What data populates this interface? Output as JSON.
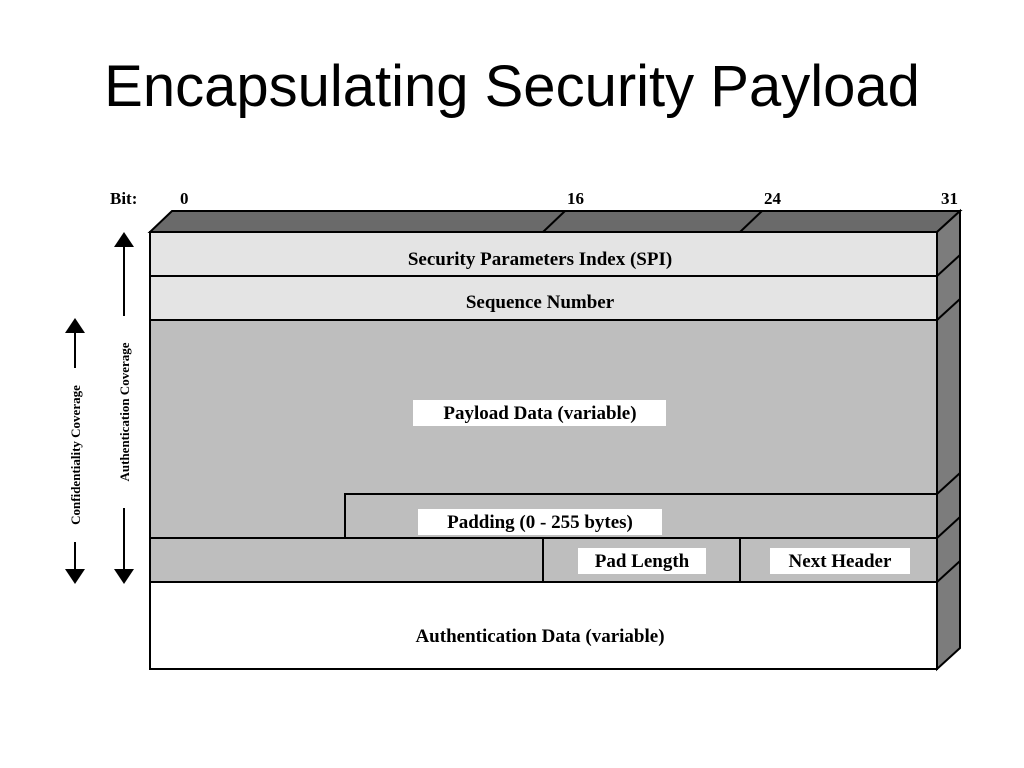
{
  "slide": {
    "title": "Encapsulating Security Payload"
  },
  "diagram": {
    "bit_label": "Bit:",
    "bit_ticks": [
      "0",
      "16",
      "24",
      "31"
    ],
    "fields": {
      "spi": "Security Parameters Index (SPI)",
      "sequence": "Sequence Number",
      "payload": "Payload Data (variable)",
      "padding": "Padding (0 - 255 bytes)",
      "pad_length": "Pad Length",
      "next_header": "Next Header",
      "auth_data": "Authentication Data (variable)"
    },
    "coverage": {
      "confidentiality": "Confidentiality Coverage",
      "authentication": "Authentication Coverage"
    },
    "colors": {
      "header_fill": "#e4e4e4",
      "encrypted_fill": "#bebebe",
      "auth_fill": "#ffffff",
      "side_fill": "#7c7c7c",
      "top_fill": "#6a6a6a"
    }
  }
}
